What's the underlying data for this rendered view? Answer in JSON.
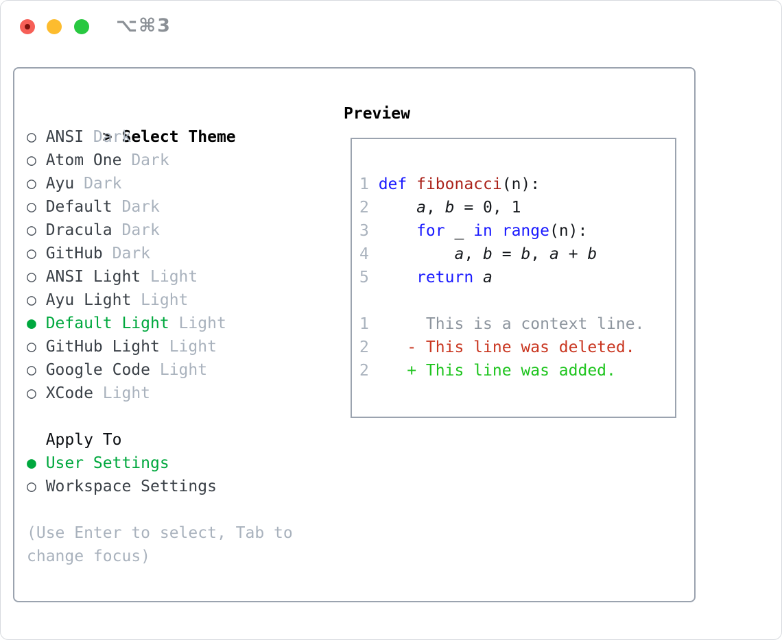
{
  "titlebar": {
    "shortcut": "⌥⌘3",
    "buttons": [
      {
        "name": "close",
        "color": "#f65f57",
        "edited_dot": "#7d120d"
      },
      {
        "name": "minimize",
        "color": "#fdbc2e"
      },
      {
        "name": "zoom",
        "color": "#28c840"
      }
    ]
  },
  "colors": {
    "border": "#9ba3af",
    "accent_green": "#00a83e",
    "item_text": "#3a4047",
    "muted": "#a9b2bd",
    "title_text": "#0b0e12",
    "keyword_blue": "#1a1aff",
    "function_red": "#ab231b",
    "code_text": "#15181c",
    "context_gray": "#8d959e",
    "deleted_red": "#c93620",
    "added_green": "#1ec41e",
    "shortcut_gray": "#8b9096",
    "line_number": "#a9b2bd",
    "marker_gray": "#4a515a"
  },
  "theme_picker": {
    "title_marker": ">",
    "title": "Select Theme",
    "markers": {
      "selected": "●",
      "unselected": "○"
    },
    "items": [
      {
        "name": "ANSI",
        "variant": "Dark",
        "selected": false
      },
      {
        "name": "Atom One",
        "variant": "Dark",
        "selected": false
      },
      {
        "name": "Ayu",
        "variant": "Dark",
        "selected": false
      },
      {
        "name": "Default",
        "variant": "Dark",
        "selected": false
      },
      {
        "name": "Dracula",
        "variant": "Dark",
        "selected": false
      },
      {
        "name": "GitHub",
        "variant": "Dark",
        "selected": false
      },
      {
        "name": "ANSI Light",
        "variant": "Light",
        "selected": false
      },
      {
        "name": "Ayu Light",
        "variant": "Light",
        "selected": false
      },
      {
        "name": "Default Light",
        "variant": "Light",
        "selected": true
      },
      {
        "name": "GitHub Light",
        "variant": "Light",
        "selected": false
      },
      {
        "name": "Google Code",
        "variant": "Light",
        "selected": false
      },
      {
        "name": "XCode",
        "variant": "Light",
        "selected": false
      }
    ],
    "apply_to": {
      "title": "Apply To",
      "options": [
        {
          "name": "User Settings",
          "selected": true
        },
        {
          "name": "Workspace Settings",
          "selected": false
        }
      ]
    },
    "hint_lines": [
      "(Use Enter to select, Tab to",
      "change focus)"
    ]
  },
  "preview": {
    "title": "Preview",
    "lines": [
      {
        "num": "1",
        "tokens": [
          {
            "t": "def",
            "c": "keyword"
          },
          {
            "t": " ",
            "c": "code"
          },
          {
            "t": "fibonacci",
            "c": "function"
          },
          {
            "t": "(n):",
            "c": "code"
          }
        ]
      },
      {
        "num": "2",
        "tokens": [
          {
            "t": "    ",
            "c": "code"
          },
          {
            "t": "a",
            "c": "var"
          },
          {
            "t": ", ",
            "c": "code"
          },
          {
            "t": "b",
            "c": "var"
          },
          {
            "t": " = 0, 1",
            "c": "code"
          }
        ]
      },
      {
        "num": "3",
        "tokens": [
          {
            "t": "    ",
            "c": "code"
          },
          {
            "t": "for",
            "c": "keyword"
          },
          {
            "t": " _ ",
            "c": "code"
          },
          {
            "t": "in",
            "c": "keyword"
          },
          {
            "t": " ",
            "c": "code"
          },
          {
            "t": "range",
            "c": "keyword"
          },
          {
            "t": "(n):",
            "c": "code"
          }
        ]
      },
      {
        "num": "4",
        "tokens": [
          {
            "t": "        ",
            "c": "code"
          },
          {
            "t": "a",
            "c": "var"
          },
          {
            "t": ", ",
            "c": "code"
          },
          {
            "t": "b",
            "c": "var"
          },
          {
            "t": " = ",
            "c": "code"
          },
          {
            "t": "b",
            "c": "var"
          },
          {
            "t": ", ",
            "c": "code"
          },
          {
            "t": "a",
            "c": "var"
          },
          {
            "t": " + ",
            "c": "code"
          },
          {
            "t": "b",
            "c": "var"
          }
        ]
      },
      {
        "num": "5",
        "tokens": [
          {
            "t": "    ",
            "c": "code"
          },
          {
            "t": "return",
            "c": "keyword"
          },
          {
            "t": " ",
            "c": "code"
          },
          {
            "t": "a",
            "c": "var"
          }
        ]
      },
      {
        "num": "",
        "tokens": []
      },
      {
        "num": "1",
        "tokens": [
          {
            "t": "     This is a context line.",
            "c": "context"
          }
        ]
      },
      {
        "num": "2",
        "tokens": [
          {
            "t": "   - This line was deleted.",
            "c": "del"
          }
        ]
      },
      {
        "num": "2",
        "tokens": [
          {
            "t": "   + This line was added.",
            "c": "add"
          }
        ]
      }
    ]
  }
}
